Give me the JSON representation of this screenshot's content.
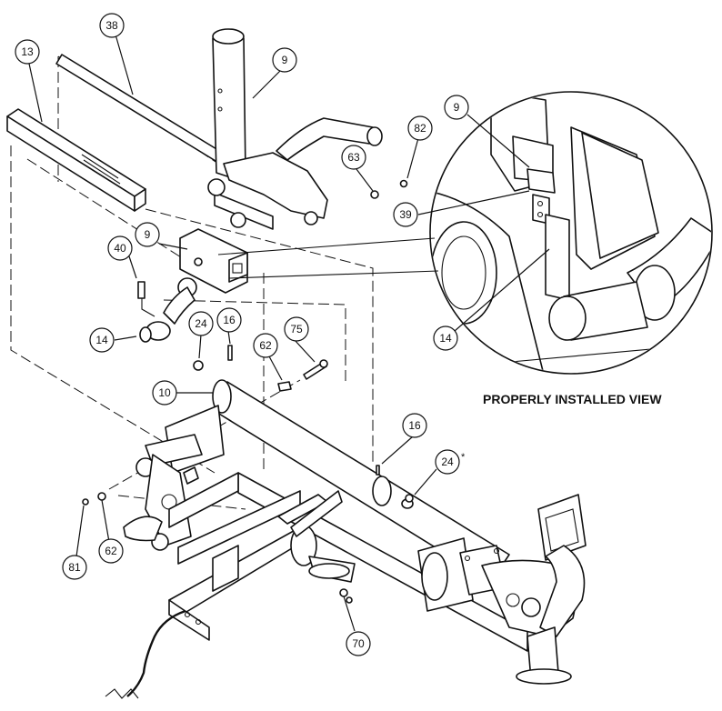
{
  "diagram": {
    "caption": "PROPERLY INSTALLED VIEW",
    "star_mark": "*",
    "callouts": {
      "c38": "38",
      "c13": "13",
      "c9_top": "9",
      "c63": "63",
      "c82": "82",
      "c9_mid": "9",
      "c40": "40",
      "c14_left": "14",
      "c24_left": "24",
      "c16_left": "16",
      "c62_mid": "62",
      "c75": "75",
      "c10": "10",
      "c16_right": "16",
      "c24_right": "24",
      "c81": "81",
      "c62_low": "62",
      "c70": "70",
      "c9_detail": "9",
      "c39": "39",
      "c14_detail": "14"
    }
  }
}
